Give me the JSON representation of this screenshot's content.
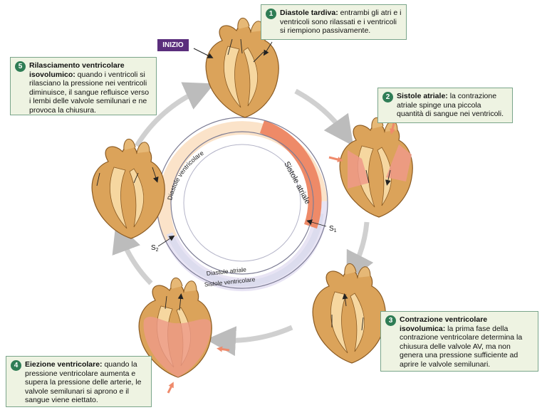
{
  "start_label": "INIZIO",
  "phases": [
    {
      "num": "1",
      "title": "Diastole tardiva:",
      "text": " entrambi gli atri e i ventricoli sono rilassati e i ventricoli si riempiono passivamente."
    },
    {
      "num": "2",
      "title": "Sistole atriale:",
      "text": " la contrazione atriale spinge una piccola quantità di sangue nei ventricoli."
    },
    {
      "num": "3",
      "title": "Contrazione ventricolare isovolumica:",
      "text": " la prima fase della contrazione ventricolare determina la chiusura delle valvole AV, ma non genera una pressione sufficiente ad aprire le valvole semilunari."
    },
    {
      "num": "4",
      "title": "Eiezione ventricolare:",
      "text": " quando la pressione ventricolare aumenta e supera la pressione delle arterie, le valvole semilunari si aprono e il sangue viene eiettato."
    },
    {
      "num": "5",
      "title": "Rilasciamento ventricolare isovolumico:",
      "text": " quando i ventricoli si rilasciano la pressione nei ventricoli diminuisce, il sangue refluisce verso i lembi delle valvole semilunari e ne provoca la chiusura."
    }
  ],
  "ring": {
    "outer_top": "Diastole ventricolare",
    "atrial_systole": "Sistole atriale",
    "inner_bottom": "Diastole atriale",
    "outer_bottom": "Sistole ventricolare",
    "s1": "S",
    "s1_sub": "1",
    "s2": "S",
    "s2_sub": "2"
  },
  "colors": {
    "phase_box_bg": "#eef3e2",
    "phase_number_bg": "#2f7d55",
    "start_bg": "#5b2e7c",
    "diastole_band": "#fbe3c9",
    "systole_band": "#dcdcee",
    "atrial_systole": "#ee8a68",
    "heart_wall": "#dba35a",
    "contracting_heart": "#ee9a88"
  }
}
